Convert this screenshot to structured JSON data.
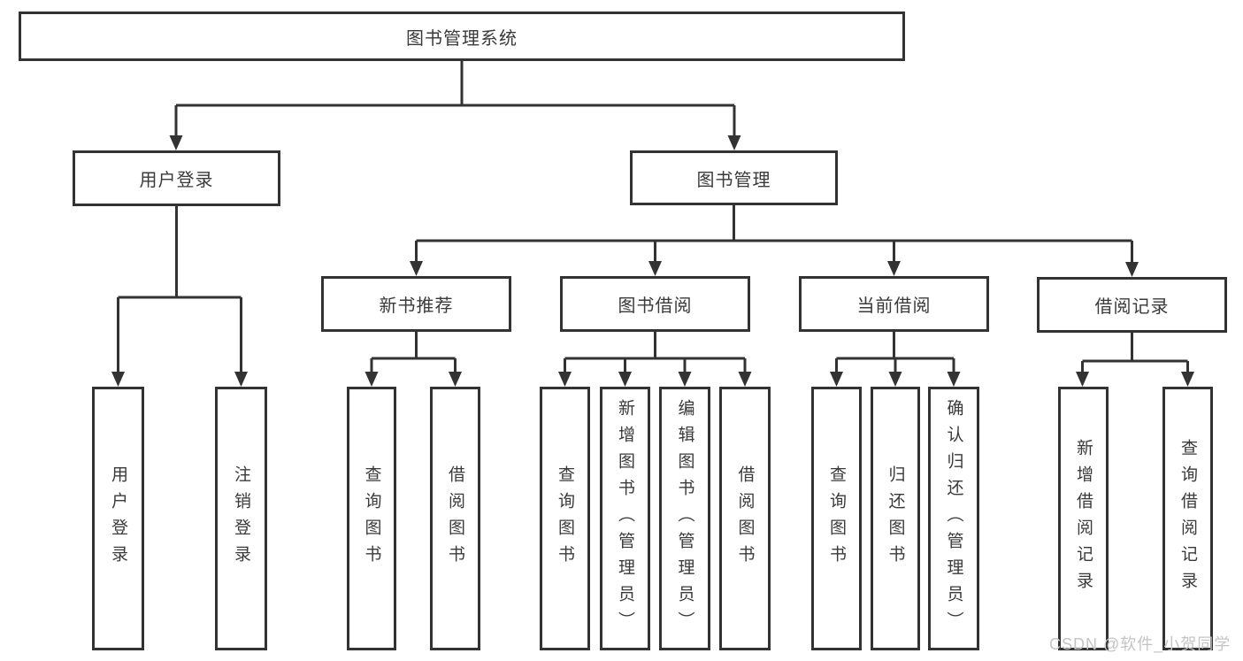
{
  "diagram_title": "图书管理系统",
  "tree": {
    "root": {
      "label": "图书管理系统",
      "children": [
        {
          "label": "用户登录",
          "children": [
            {
              "label": "用户登录"
            },
            {
              "label": "注销登录"
            }
          ]
        },
        {
          "label": "图书管理",
          "children": [
            {
              "label": "新书推荐",
              "children": [
                {
                  "label": "查询图书"
                },
                {
                  "label": "借阅图书"
                }
              ]
            },
            {
              "label": "图书借阅",
              "children": [
                {
                  "label": "查询图书"
                },
                {
                  "label": "新增图书（管理员）"
                },
                {
                  "label": "编辑图书（管理员）"
                },
                {
                  "label": "借阅图书"
                }
              ]
            },
            {
              "label": "当前借阅",
              "children": [
                {
                  "label": "查询图书"
                },
                {
                  "label": "归还图书"
                },
                {
                  "label": "确认归还（管理员）"
                }
              ]
            },
            {
              "label": "借阅记录",
              "children": [
                {
                  "label": "新增借阅记录"
                },
                {
                  "label": "查询借阅记录"
                }
              ]
            }
          ]
        }
      ]
    }
  },
  "watermark": {
    "text": "CSDN @软件_小贺同学"
  },
  "colors": {
    "line": "#333333",
    "box_border": "#333333",
    "text": "#3a3a3a",
    "background": "#ffffff",
    "watermark": "#c4c4c4"
  }
}
